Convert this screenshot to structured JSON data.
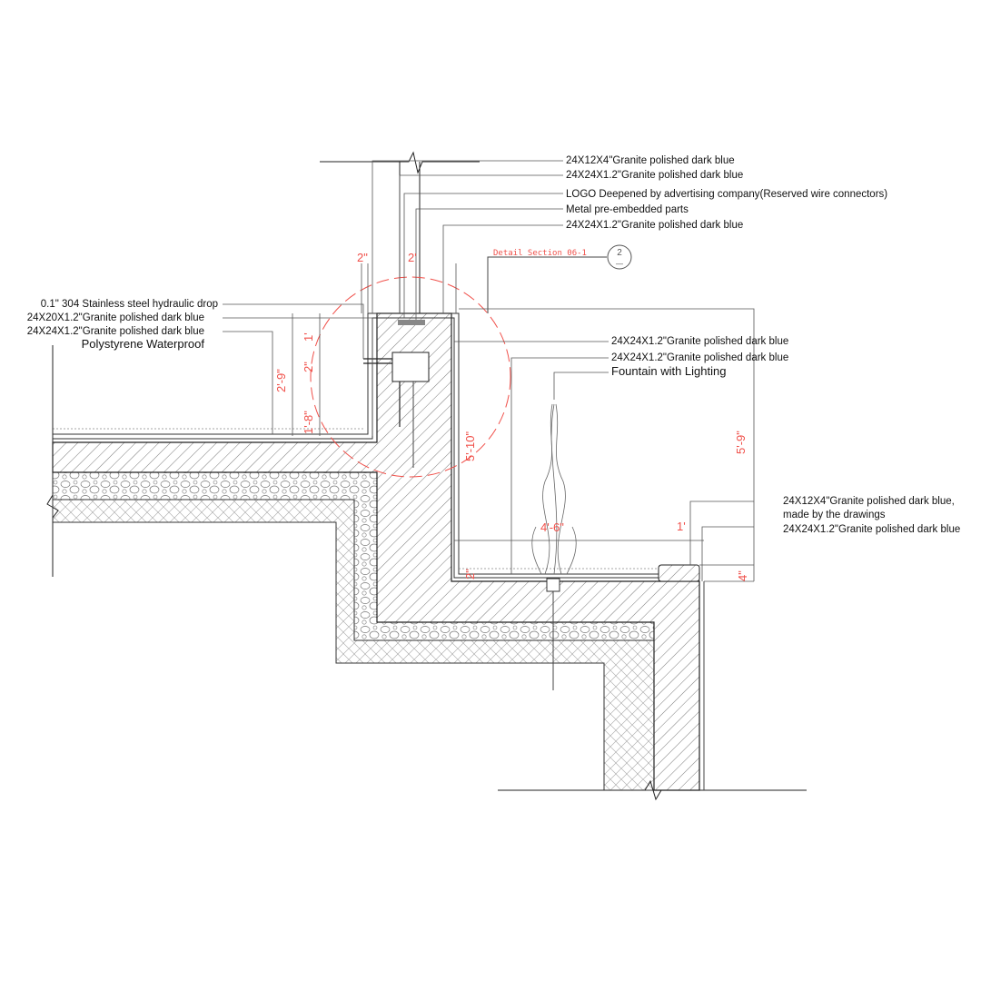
{
  "top_labels": [
    "24X12X4\"Granite polished dark blue",
    "24X24X1.2\"Granite polished dark blue",
    "LOGO Deepened by advertising company(Reserved wire connectors)",
    "Metal pre-embedded parts",
    "24X24X1.2\"Granite polished dark blue"
  ],
  "left_labels": [
    "0.1\" 304 Stainless steel  hydraulic drop",
    "24X20X1.2\"Granite polished dark blue",
    "24X24X1.2\"Granite polished dark blue",
    "Polystyrene Waterproof"
  ],
  "mid_labels": [
    "24X24X1.2\"Granite polished dark blue",
    "24X24X1.2\"Granite polished dark blue",
    "Fountain with Lighting"
  ],
  "right_labels": [
    "24X12X4\"Granite polished dark blue,",
    "made by the drawings",
    "24X24X1.2\"Granite polished dark blue"
  ],
  "section": {
    "title": "Detail Section 06-1",
    "number": "2",
    "sheet": "—"
  },
  "dimensions": {
    "top_small": "2\"",
    "top_big": "2'",
    "left_2_9": "2'-9\"",
    "left_1_8": "1'-8\"",
    "left_2": "2\"",
    "left_1": "1'",
    "wall_height": "5'-10\"",
    "right_height": "5'-9\"",
    "basin_width": "4'-6\"",
    "coping_width": "1'",
    "coping_height": "4\"",
    "floor_2": "2\""
  },
  "colors": {
    "line": "#222222",
    "dimension": "#f0504a"
  }
}
